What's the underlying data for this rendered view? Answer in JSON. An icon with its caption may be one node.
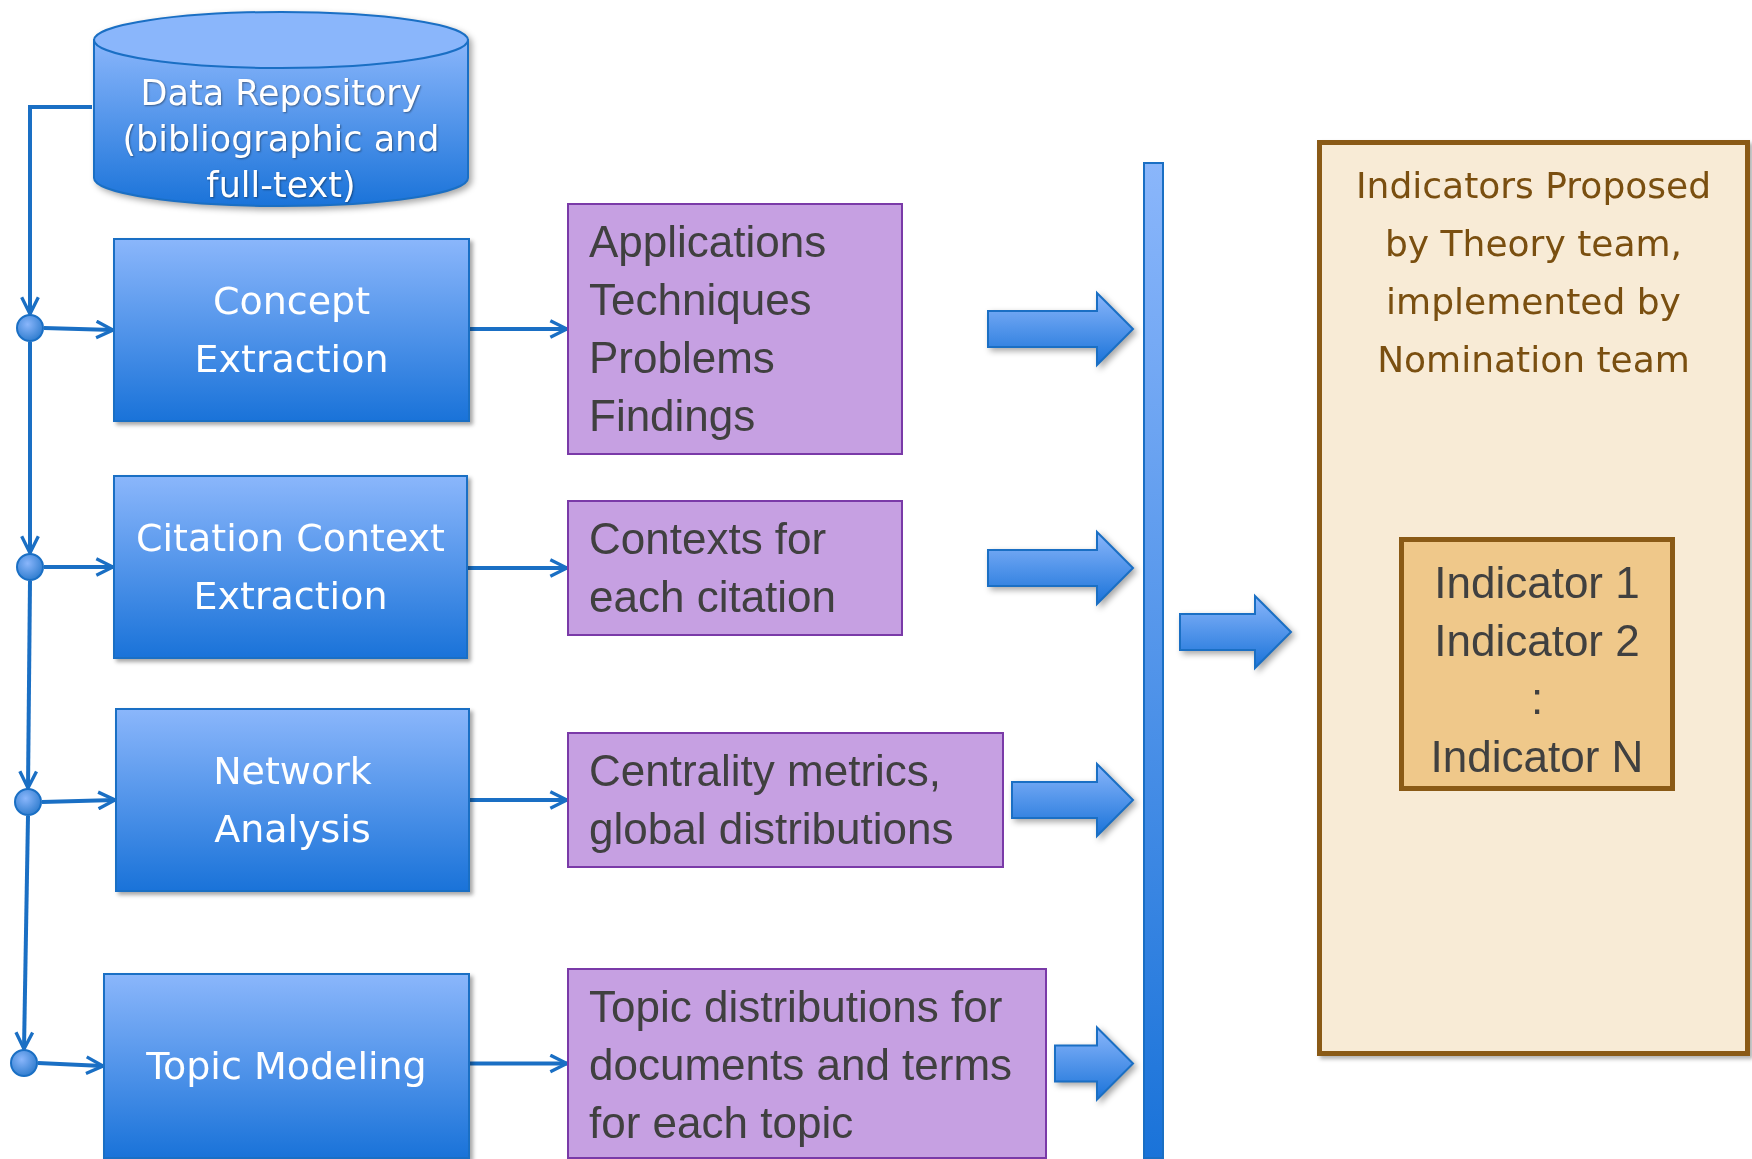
{
  "diagram": {
    "nodes": [
      {
        "text": [
          "Data Repository (bibliographic and full-text)"
        ]
      },
      {
        "text": [
          "Concept Extraction"
        ]
      },
      {
        "text": [
          "Citation Context Extraction"
        ]
      },
      {
        "text": [
          "Network Analysis"
        ]
      },
      {
        "text": [
          "Topic Modeling"
        ]
      },
      {
        "text": [
          "Applications",
          "Techniques",
          "Problems",
          "Findings"
        ]
      },
      {
        "text": [
          "Contexts for each citation"
        ]
      },
      {
        "text": [
          "Centrality metrics, global distributions"
        ]
      },
      {
        "text": [
          "Topic distributions for documents and terms for each topic"
        ]
      },
      {
        "text": [],
        "shape": "bar"
      },
      {
        "text": [
          "Indicators Proposed by Theory team, implemented by Nomination team"
        ]
      },
      {
        "text": [
          "Indicator 1",
          "Indicator 2",
          ":",
          "Indicator N"
        ],
        "in": 10
      },
      {
        "text": [],
        "shape": "circle"
      },
      {
        "text": [],
        "shape": "circle"
      },
      {
        "text": [],
        "shape": "circle"
      },
      {
        "text": [],
        "shape": "circle"
      }
    ],
    "edges": [
      {
        "from": 0,
        "to": 12,
        "arrow": "to"
      },
      {
        "from": 12,
        "to": 13,
        "arrow": "to"
      },
      {
        "from": 13,
        "to": 14,
        "arrow": "to"
      },
      {
        "from": 14,
        "to": 15,
        "arrow": "to"
      },
      {
        "from": 12,
        "to": 1,
        "arrow": "to"
      },
      {
        "from": 13,
        "to": 2,
        "arrow": "to"
      },
      {
        "from": 14,
        "to": 3,
        "arrow": "to"
      },
      {
        "from": 15,
        "to": 4,
        "arrow": "to"
      },
      {
        "from": 1,
        "to": 5,
        "arrow": "to"
      },
      {
        "from": 2,
        "to": 6,
        "arrow": "to"
      },
      {
        "from": 3,
        "to": 7,
        "arrow": "to"
      },
      {
        "from": 4,
        "to": 8,
        "arrow": "to"
      },
      {
        "from": 5,
        "to": 9,
        "arrow": "to",
        "style": "thick"
      },
      {
        "from": 6,
        "to": 9,
        "arrow": "to",
        "style": "thick"
      },
      {
        "from": 7,
        "to": 9,
        "arrow": "to",
        "style": "thick"
      },
      {
        "from": 8,
        "to": 9,
        "arrow": "to",
        "style": "thick"
      },
      {
        "from": 9,
        "to": 10,
        "arrow": "to",
        "style": "thick"
      }
    ]
  }
}
